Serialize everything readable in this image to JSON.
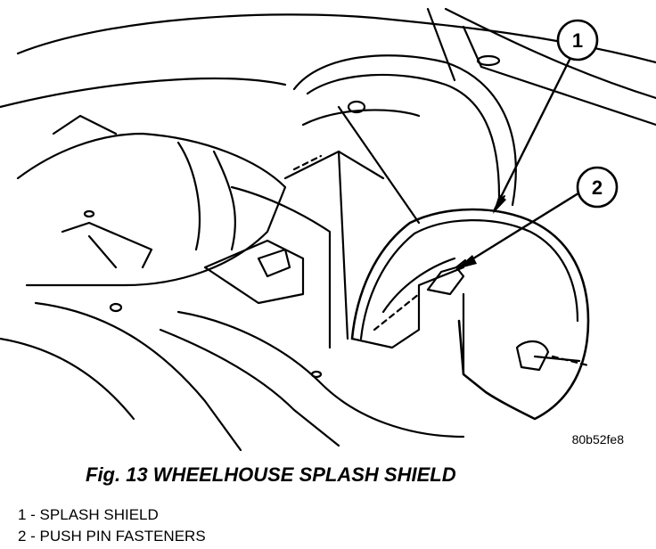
{
  "figure": {
    "image_code": "80b52fe8",
    "caption": "Fig. 13 WHEELHOUSE SPLASH SHIELD",
    "callouts": [
      {
        "number": "1"
      },
      {
        "number": "2"
      }
    ]
  },
  "legend": {
    "items": [
      {
        "label": "1 - SPLASH SHIELD"
      },
      {
        "label": "2 - PUSH PIN FASTENERS"
      }
    ]
  }
}
